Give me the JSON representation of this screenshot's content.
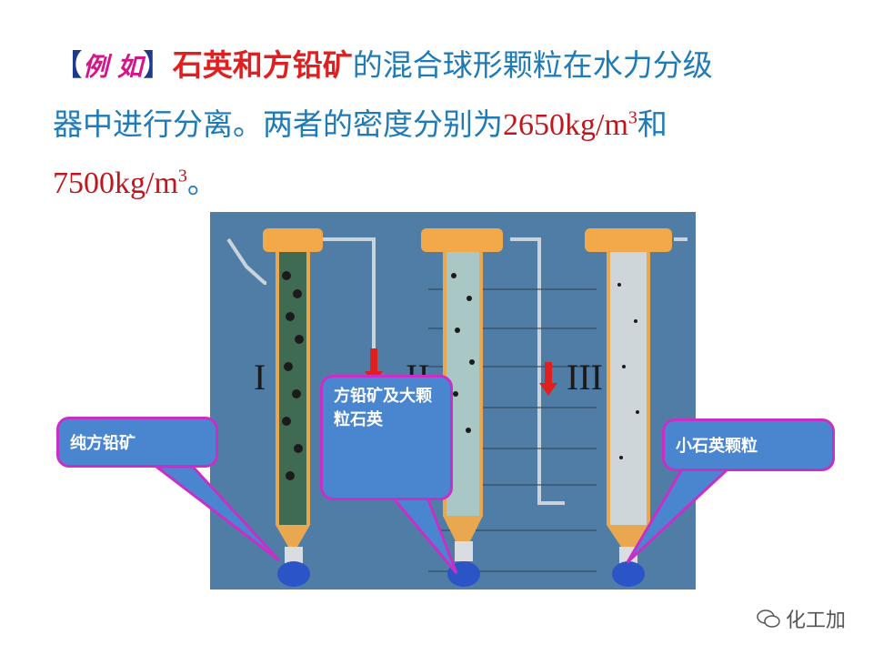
{
  "text": {
    "bracket_open": "【",
    "example_label": "例 如",
    "bracket_close": "】",
    "highlight": "石英和方铅矿",
    "line1_rest": "的混合球形颗粒在水力分级",
    "line2": "器中进行分离。两者的密度分别为",
    "density1": "2650kg/m",
    "density_exp": "3",
    "and": "和",
    "density2": "7500kg/m",
    "end": "。"
  },
  "diagram": {
    "labels": [
      "I",
      "II",
      "III"
    ],
    "background": "#4f7da6"
  },
  "callouts": [
    {
      "text": "纯方铅矿"
    },
    {
      "text": "方铅矿及大颗粒石英"
    },
    {
      "text": "小石英颗粒"
    }
  ],
  "watermark": {
    "text": "化工加"
  },
  "colors": {
    "title_blue": "#1f7ab8",
    "highlight_red": "#e02020",
    "bubble_fill": "#4a86d0",
    "bubble_border": "#c72fc7"
  }
}
